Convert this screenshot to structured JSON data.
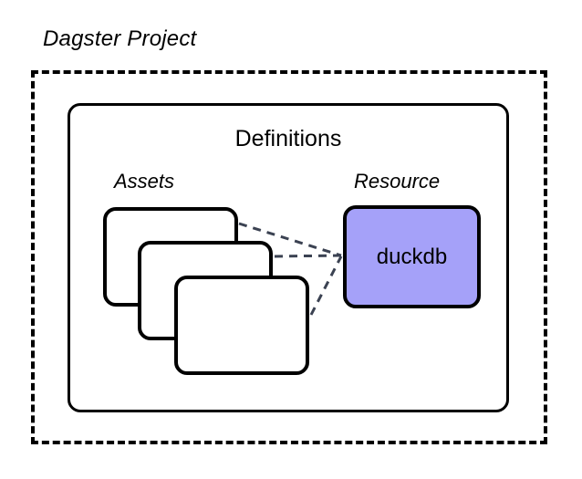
{
  "diagram": {
    "title": "Dagster Project",
    "background_color": "#ffffff",
    "stroke_color": "#000000",
    "connector_color": "#3b4252"
  },
  "project_container": {
    "label": "Dagster Project",
    "border_style": "dashed"
  },
  "definitions_container": {
    "label": "Definitions",
    "border_style": "solid"
  },
  "groups": [
    {
      "name": "assets-group",
      "label": "Assets"
    },
    {
      "name": "resource-group",
      "label": "Resource"
    }
  ],
  "assets": {
    "label": "Assets",
    "cards": [
      {
        "label": "",
        "index": 1
      },
      {
        "label": "",
        "index": 2
      },
      {
        "label": "",
        "index": 3
      }
    ]
  },
  "resource": {
    "label": "Resource",
    "name": "duckdb",
    "fill_color": "#a5a1f9"
  },
  "connections": [
    {
      "from": "asset-card-1",
      "to": "resource-duckdb",
      "style": "dashed"
    },
    {
      "from": "asset-card-2",
      "to": "resource-duckdb",
      "style": "dashed"
    },
    {
      "from": "asset-card-3",
      "to": "resource-duckdb",
      "style": "dashed"
    }
  ]
}
